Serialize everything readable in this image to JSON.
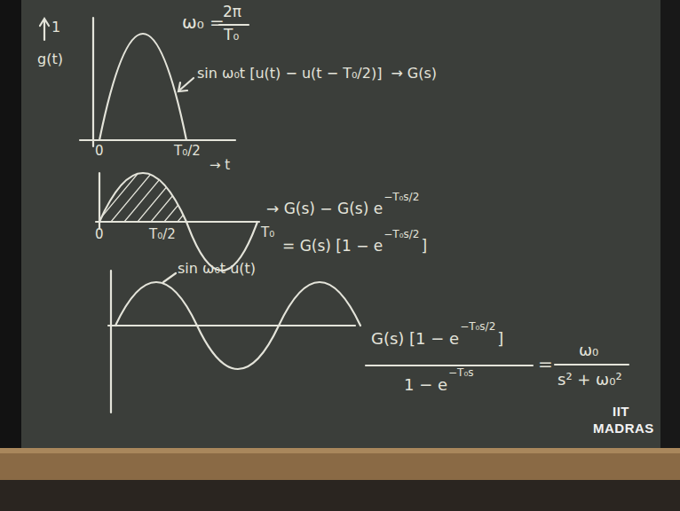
{
  "diagram": {
    "labels": [
      "ω₀ =",
      "2π",
      "T₀",
      "1",
      "g(t)",
      "sin ω₀t [u(t) − u(t − T₀/2)]",
      "→ G(s)",
      "0",
      "T₀/2",
      "→ t",
      "0",
      "T₀/2",
      "T₀",
      "→ G(s) − G(s) e",
      "−T₀s/2",
      "= G(s) [1 − e",
      "−T₀s/2",
      "]",
      "sin ω₀t u(t)",
      "G(s) [1 − e",
      "−T₀s/2",
      "]",
      "1 − e",
      "−T₀s",
      "=",
      "ω₀",
      "s² + ω₀²",
      "IIT",
      "MADRAS"
    ]
  }
}
